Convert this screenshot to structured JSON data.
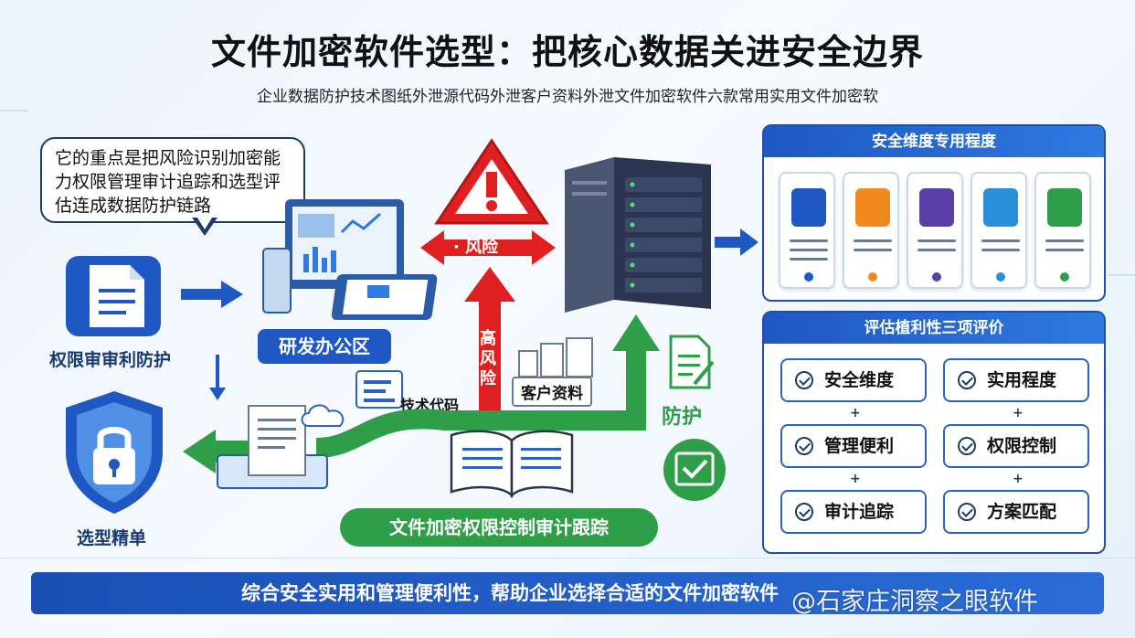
{
  "title": "文件加密软件选型：把核心数据关进安全边界",
  "subtitle": "企业数据防护技术图纸外泄源代码外泄客户资料外泄文件加密软件六款常用实用文件加密软",
  "bubble_text": "它的重点是把风险识别加密能力权限管理审计追踪和选型评估连成数据防护链路",
  "labels": {
    "permission": "权限审审利防护",
    "shortlist": "选型精单",
    "rd_office": "研发办公区",
    "risk": "· 风险",
    "high_risk": "高风险",
    "tech_code": "技术代码",
    "client_data": "客户资料",
    "protect": "防护",
    "chain": "文件加密权限控制审计跟踪"
  },
  "panel_top": {
    "header": "安全维度专用程度",
    "cards": [
      {
        "icon": "cube-icon",
        "color": "#1f58c2"
      },
      {
        "icon": "shield-check-icon",
        "color": "#f08a1c"
      },
      {
        "icon": "shield-icon",
        "color": "#5b3fa6"
      },
      {
        "icon": "lock-shield-icon",
        "color": "#2a8fd8"
      },
      {
        "icon": "badge-icon",
        "color": "#2f9e48"
      }
    ]
  },
  "panel_bottom": {
    "header": "评估植利性三项评价",
    "items": [
      "安全维度",
      "实用程度",
      "管理便利",
      "权限控制",
      "审计追踪",
      "方案匹配"
    ],
    "plus": "+"
  },
  "banner": "综合安全实用和管理便利性，帮助企业选择合适的文件加密软件",
  "watermark": "@石家庄洞察之眼软件",
  "colors": {
    "primary_blue": "#1f58c2",
    "danger_red": "#e02020",
    "success_green": "#2f9e48"
  }
}
